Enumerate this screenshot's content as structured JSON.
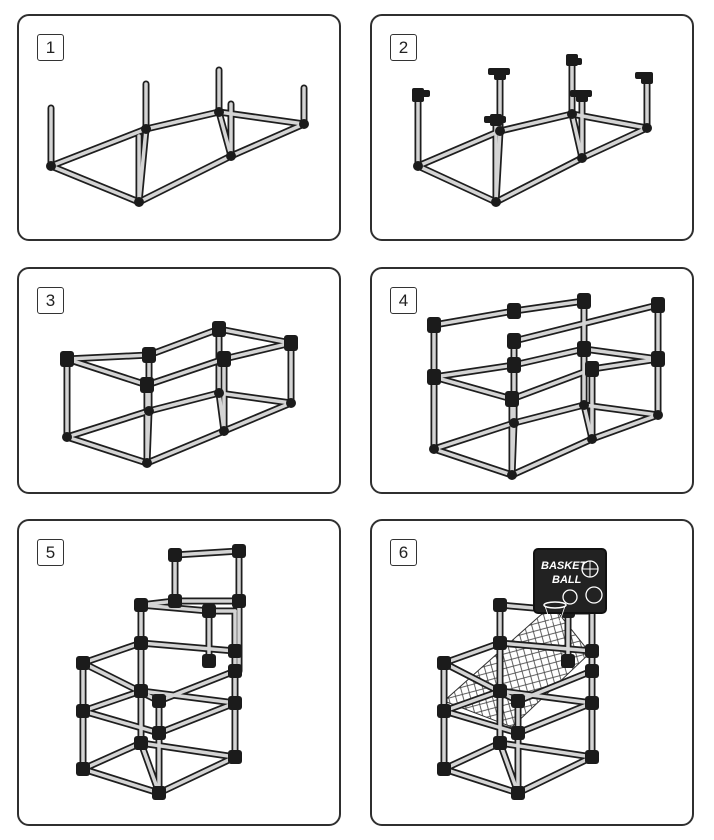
{
  "steps": [
    {
      "number": "1"
    },
    {
      "number": "2"
    },
    {
      "number": "3"
    },
    {
      "number": "4"
    },
    {
      "number": "5"
    },
    {
      "number": "6"
    }
  ],
  "sign": {
    "line1": "BASKET",
    "line2": "BALL"
  },
  "colors": {
    "border": "#2f2f2f",
    "pipe_fill": "#d4d4d4",
    "pipe_stroke": "#1e1e1e",
    "connector": "#1b1b1b",
    "sign_bg": "#222222"
  }
}
